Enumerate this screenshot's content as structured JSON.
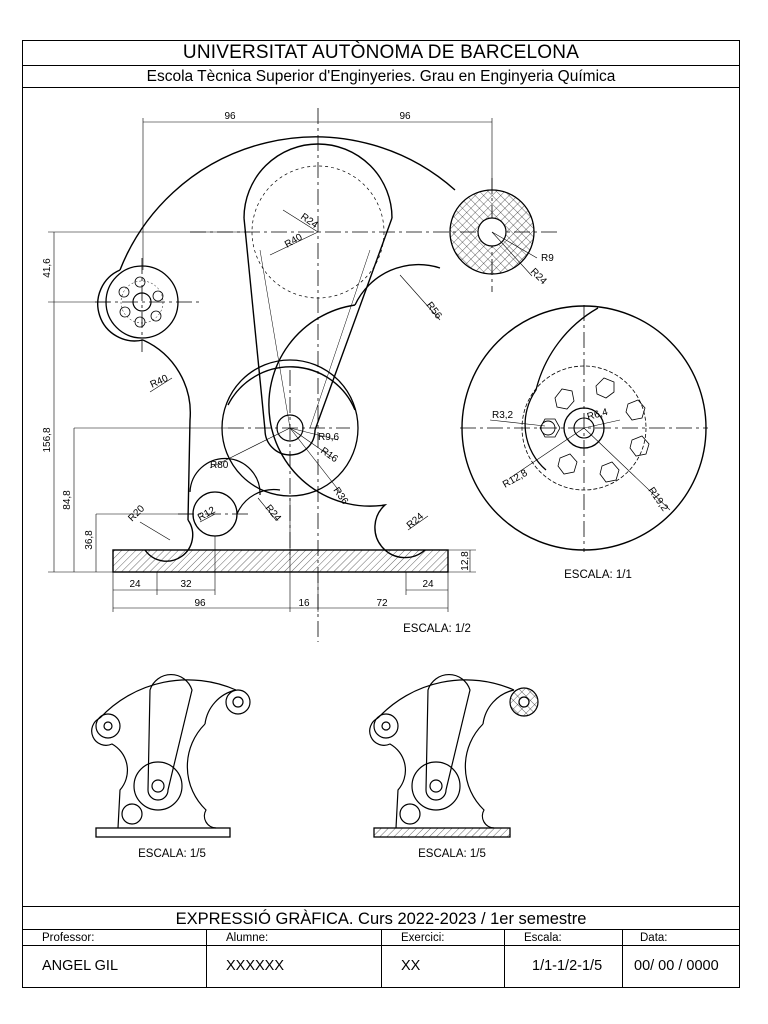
{
  "header": {
    "university": "UNIVERSITAT AUTÒNOMA DE BARCELONA",
    "school": "Escola Tècnica Superior d'Enginyeries. Grau en Enginyeria Química"
  },
  "dimensions": {
    "top_left": "96",
    "top_right": "96",
    "left_41": "41,6",
    "left_156": "156,8",
    "left_84": "84,8",
    "left_36": "36,8",
    "r24_top": "R24",
    "r40_top": "R40",
    "r9": "R9",
    "r24_right": "R24",
    "r56": "R56",
    "r40_left": "R40",
    "r9_6": "R9,6",
    "r16": "R16",
    "r80": "R80",
    "r36": "R36",
    "r12": "R12",
    "r24_mid": "R24",
    "r20": "R20",
    "r24_base": "R24",
    "b24_left": "24",
    "b32": "32",
    "b24_right": "24",
    "b12_8": "12,8",
    "b96": "96",
    "b16": "16",
    "b72": "72",
    "detail_r3_2": "R3,2",
    "detail_r6_4": "R6,4",
    "detail_r12_8": "R12,8",
    "detail_r19_2": "R19,2"
  },
  "scales": {
    "detail": "ESCALA: 1/1",
    "main": "ESCALA: 1/2",
    "small_left": "ESCALA: 1/5",
    "small_right": "ESCALA: 1/5"
  },
  "footer": {
    "course": "EXPRESSIÓ GRÀFICA. Curs 2022-2023 / 1er semestre",
    "labels": {
      "professor": "Professor:",
      "alumne": "Alumne:",
      "exercici": "Exercici:",
      "escala": "Escala:",
      "data": "Data:"
    },
    "values": {
      "professor": "ANGEL GIL",
      "alumne": "XXXXXX",
      "exercici": "XX",
      "escala": "1/1-1/2-1/5",
      "data": "00/ 00 / 0000"
    }
  }
}
